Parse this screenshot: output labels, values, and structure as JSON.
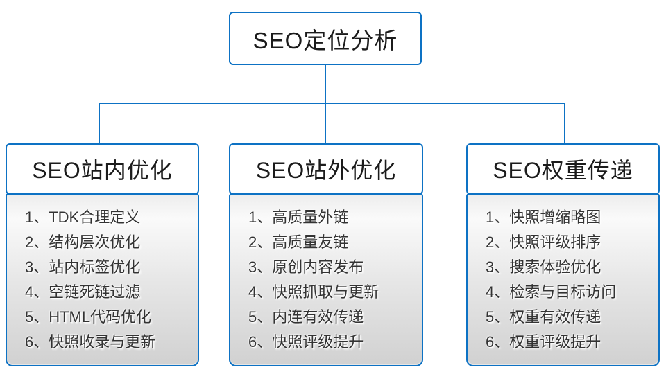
{
  "root": {
    "title": "SEO定位分析"
  },
  "branches": [
    {
      "title": "SEO站内优化",
      "items": [
        "1、TDK合理定义",
        "2、结构层次优化",
        "3、站内标签优化",
        "4、空链死链过滤",
        "5、HTML代码优化",
        "6、快照收录与更新"
      ]
    },
    {
      "title": "SEO站外优化",
      "items": [
        "1、高质量外链",
        "2、高质量友链",
        "3、原创内容发布",
        "4、快照抓取与更新",
        "5、内连有效传递",
        "6、快照评级提升"
      ]
    },
    {
      "title": "SEO权重传递",
      "items": [
        "1、快照增缩略图",
        "2、快照评级排序",
        "3、搜索体验优化",
        "4、检索与目标访问",
        "5、权重有效传递",
        "6、权重评级提升"
      ]
    }
  ],
  "colors": {
    "accent": "#0d72c4",
    "list_text": "#333333",
    "header_text": "#1b1b1b"
  }
}
